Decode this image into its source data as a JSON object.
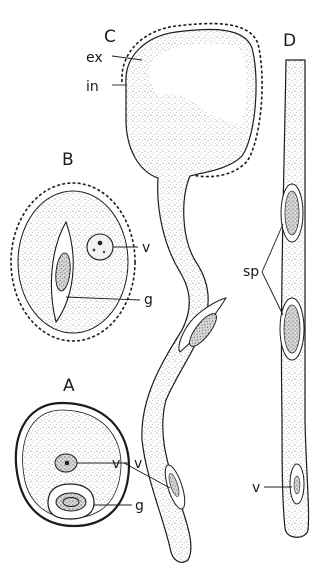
{
  "figure": {
    "labels": {
      "A": "A",
      "B": "B",
      "C": "C",
      "D": "D",
      "ex": "ex",
      "in": "in",
      "v_A": "v",
      "g_A": "g",
      "v_B": "v",
      "g_B": "g",
      "v_C": "v",
      "sp": "sp",
      "v_D": "v"
    },
    "colors": {
      "ink": "#1c1c1c",
      "paper": "#ffffff",
      "stipple": "#9a9a9a"
    }
  }
}
